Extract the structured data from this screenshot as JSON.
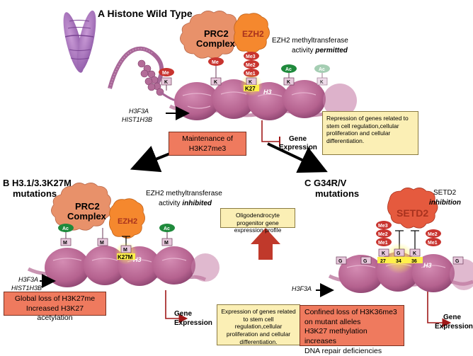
{
  "panel_a": {
    "heading": "A  Histone Wild Type",
    "prc2_label_1": "PRC2",
    "prc2_label_2": "Complex",
    "ezh2_label": "EZH2",
    "activity_line_1": "EZH2 methyltransferase",
    "activity_line_2_prefix": "activity ",
    "activity_line_2_emph": "permitted",
    "gene_lines": [
      "H3F3A",
      "HIST1H3B"
    ],
    "marks": {
      "me3": "Me3",
      "me2": "Me2",
      "me1": "Me1",
      "me": "Me",
      "ac": "Ac",
      "k": "K",
      "k27": "K27"
    },
    "histone_label": "H3",
    "maintenance_box": [
      "Maintenance of",
      "H3K27me3"
    ],
    "gene_expression": [
      "Gene",
      "Expression"
    ],
    "repression_box": "Repression of genes related to stem cell regulation,cellular proliferation and cellular differentiation."
  },
  "panel_b": {
    "heading_line_1": "B  H3.1/3.3K27M",
    "heading_line_2": "mutations",
    "prc2_label_1": "PRC2",
    "prc2_label_2": "Complex",
    "ezh2_label": "EZH2",
    "activity_line_1": "EZH2 methyltransferase",
    "activity_line_2_prefix": "activity ",
    "activity_line_2_emph": "inhibited",
    "gene_lines": [
      "H3F3A",
      "HIST1H3B"
    ],
    "marks": {
      "ac": "Ac",
      "m": "M",
      "k27m": "K27M"
    },
    "histone_label": "H3",
    "loss_box": [
      "Global loss of H3K27me",
      "Increased H3K27 acetylation"
    ],
    "gene_expression": [
      "Gene",
      "Expression"
    ]
  },
  "panel_c": {
    "heading_line_1": "C  G34R/V",
    "heading_line_2": "mutations",
    "setd2_label": "SETD2",
    "setd2_note_1": "SETD2",
    "setd2_note_2": "inhibition",
    "gene_lines": [
      "H3F3A"
    ],
    "marks": {
      "me3": "Me3",
      "me2": "Me2",
      "me1": "Me1",
      "k": "K",
      "g": "G",
      "n27": "27",
      "n34": "34",
      "n36": "36"
    },
    "histone_label": "H3",
    "loss_box": [
      "Confined loss of H3K36me3",
      "on mutant alleles",
      "H3K27 methylation increases",
      "DNA repair deficiencies"
    ],
    "gene_expression": [
      "Gene",
      "Expression"
    ]
  },
  "center": {
    "opc_box": "Oligodendrocyte progenitor gene expression profile",
    "expression_box": "Expression of genes related to stem cell regulation,cellular proliferation and cellular differentiation."
  },
  "colors": {
    "nucleosome": "#b5628f",
    "prc2": "#e8916a",
    "ezh2": "#f5882e",
    "setd2": "#e55a3e",
    "me_mark": "#c8342f",
    "ac_mark": "#1f8a3c",
    "salmon_box": "#ef7a5e",
    "yellow_box": "#fbefb5",
    "highlight": "#fff04a",
    "inhibit_line": "#a01818"
  }
}
